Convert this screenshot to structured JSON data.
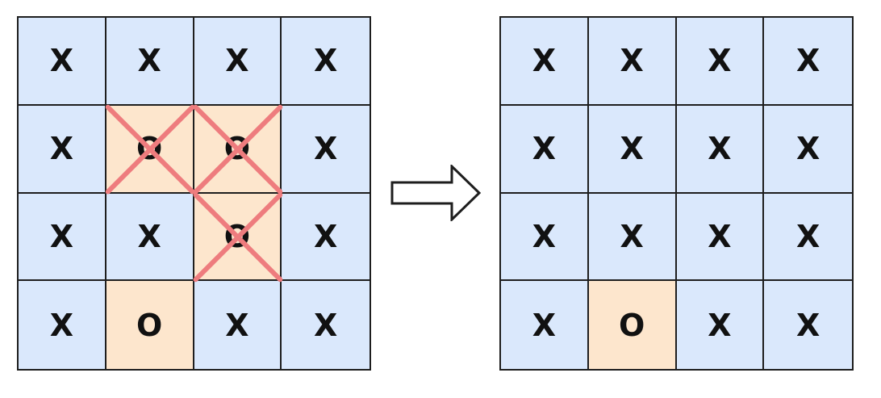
{
  "colors": {
    "x_cell": "#dae8fc",
    "o_cell": "#fde6cd",
    "grid_line": "#1e1e1e",
    "strike": "#ee7c7e"
  },
  "board_before": {
    "cells": [
      [
        "X",
        "X",
        "X",
        "X"
      ],
      [
        "X",
        "O",
        "O",
        "X"
      ],
      [
        "X",
        "X",
        "O",
        "X"
      ],
      [
        "X",
        "O",
        "X",
        "X"
      ]
    ],
    "struck_cells": [
      [
        1,
        1
      ],
      [
        1,
        2
      ],
      [
        2,
        2
      ]
    ]
  },
  "board_after": {
    "cells": [
      [
        "X",
        "X",
        "X",
        "X"
      ],
      [
        "X",
        "X",
        "X",
        "X"
      ],
      [
        "X",
        "X",
        "X",
        "X"
      ],
      [
        "X",
        "O",
        "X",
        "X"
      ]
    ]
  },
  "arrow": {
    "icon": "right-arrow-icon"
  }
}
